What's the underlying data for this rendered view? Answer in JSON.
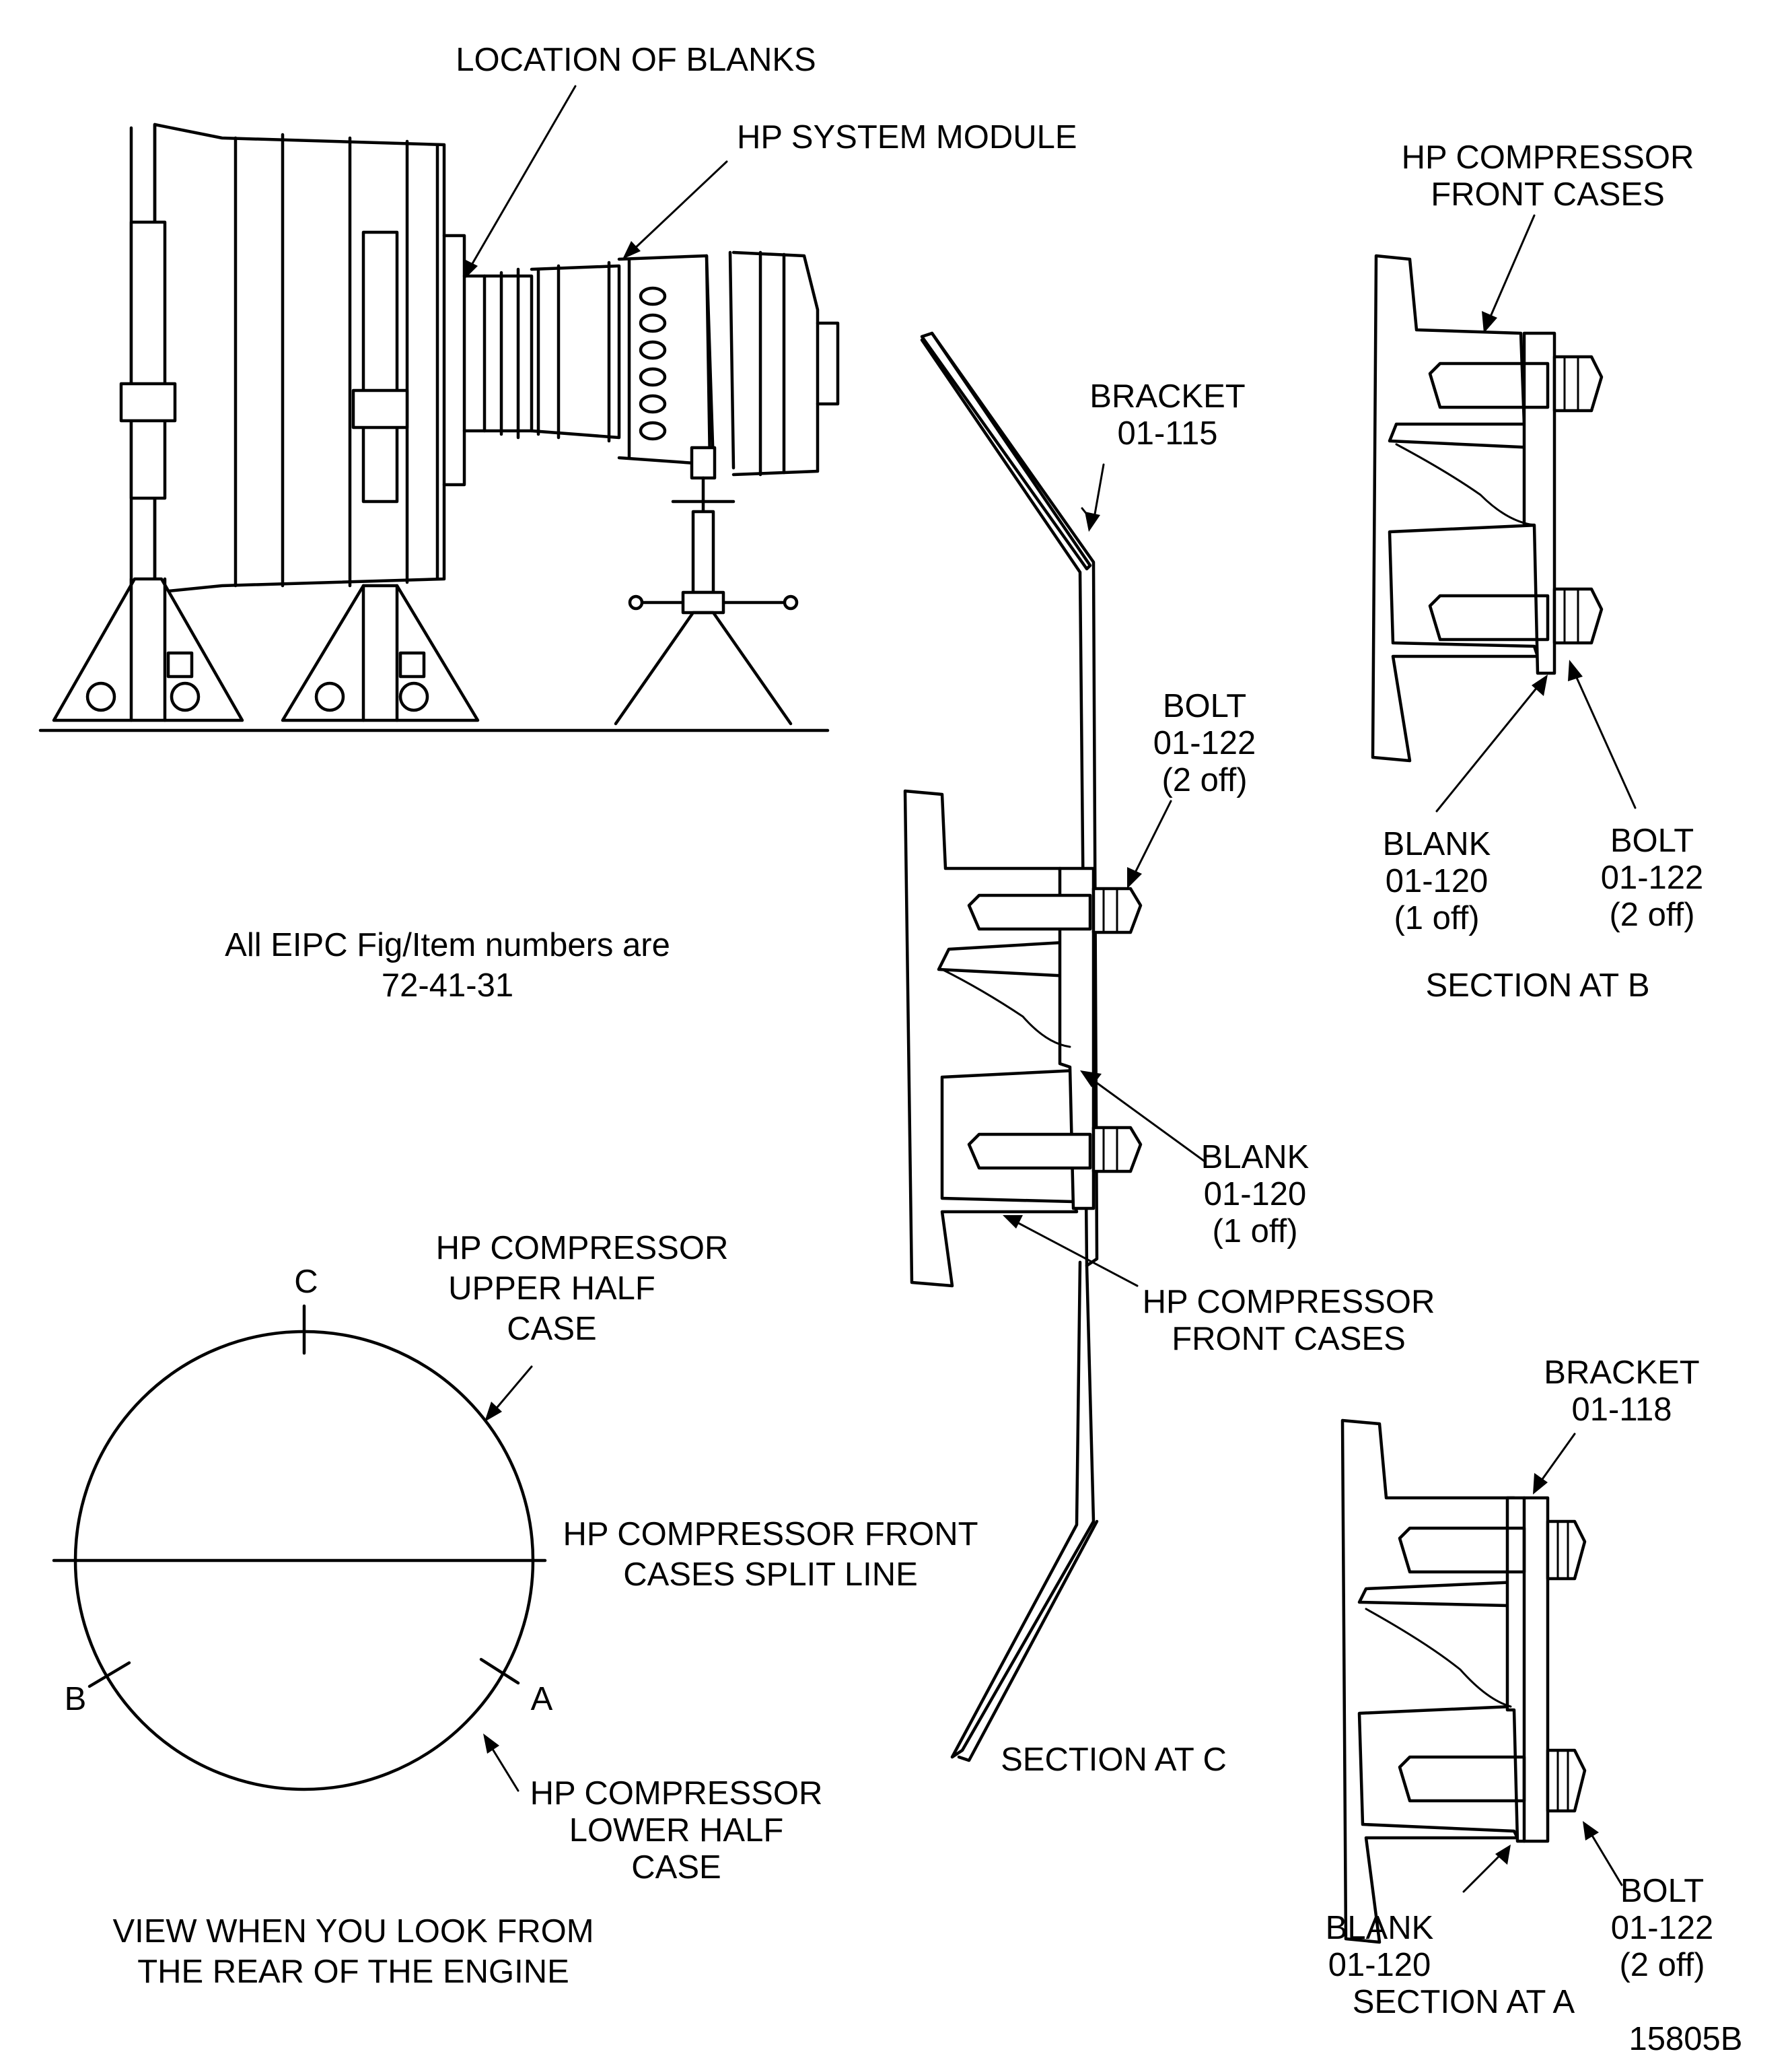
{
  "labels": {
    "location_of_blanks": "LOCATION OF BLANKS",
    "hp_system_module": "HP SYSTEM MODULE",
    "hp_comp_front_cases_b": [
      "HP COMPRESSOR",
      "FRONT CASES"
    ],
    "bracket_01_115": [
      "BRACKET",
      "01-115"
    ],
    "bolt_c": [
      "BOLT",
      "01-122",
      "(2 off)"
    ],
    "blank_c": [
      "BLANK",
      "01-120",
      "(1 off)"
    ],
    "hp_comp_front_cases_c": [
      "HP COMPRESSOR",
      "FRONT CASES"
    ],
    "section_c": "SECTION AT C",
    "blank_b": [
      "BLANK",
      "01-120",
      "(1 off)"
    ],
    "bolt_b": [
      "BOLT",
      "01-122",
      "(2 off)"
    ],
    "section_b": "SECTION AT B",
    "eipc_note": [
      "All EIPC Fig/Item numbers are",
      "72-41-31"
    ],
    "upper_half_case": [
      "HP COMPRESSOR",
      "UPPER  HALF",
      "CASE"
    ],
    "split_line": [
      "HP COMPRESSOR FRONT",
      "CASES SPLIT LINE"
    ],
    "lower_half_case": [
      "HP COMPRESSOR",
      "LOWER HALF",
      "CASE"
    ],
    "pos_a": "A",
    "pos_b": "B",
    "pos_c": "C",
    "view_caption": [
      "VIEW WHEN YOU LOOK FROM",
      "THE REAR OF THE ENGINE"
    ],
    "bracket_01_118": [
      "BRACKET",
      "01-118"
    ],
    "bolt_a": [
      "BOLT",
      "01-122",
      "(2 off)"
    ],
    "blank_a": [
      "BLANK",
      "01-120"
    ],
    "section_a": "SECTION AT A",
    "figure_id": "15805B"
  }
}
